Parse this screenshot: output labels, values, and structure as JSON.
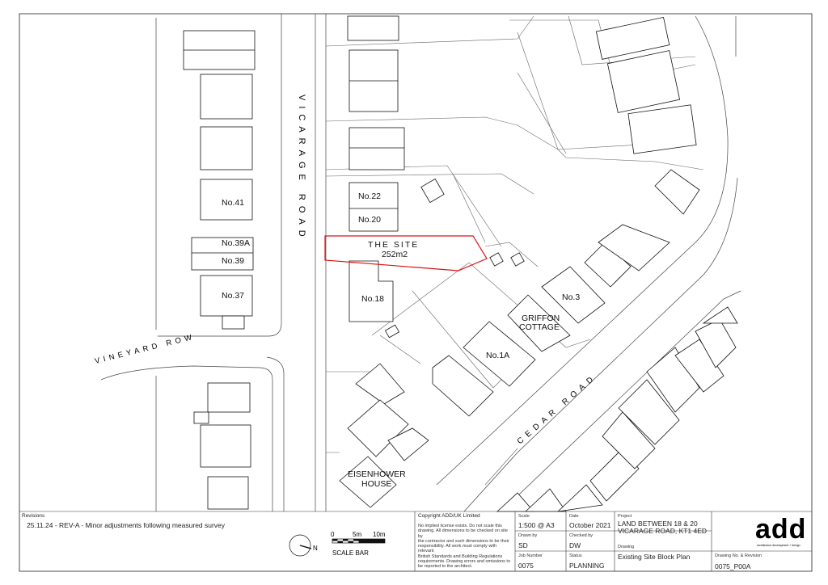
{
  "plan": {
    "roads": {
      "vicarage": "VICARAGE ROAD",
      "vineyard": "VINEYARD ROW",
      "cedar": "CEDAR ROAD"
    },
    "site": {
      "title": "THE SITE",
      "area": "252m2"
    },
    "buildings": {
      "no41": "No.41",
      "no39a": "No.39A",
      "no39": "No.39",
      "no37": "No.37",
      "no22": "No.22",
      "no20": "No.20",
      "no18": "No.18",
      "no3": "No.3",
      "no1a": "No.1A",
      "griffon_1": "GRIFFON",
      "griffon_2": "COTTAGE",
      "eisenhower_1": "EISENHOWER",
      "eisenhower_2": "HOUSE"
    }
  },
  "title_block": {
    "revisions_label": "Revisions",
    "revision_text": "25.11.24 - REV-A - Minor adjustments following measured survey",
    "north_label": "N",
    "scale_bar": {
      "ticks": [
        "0",
        "5m",
        "10m"
      ],
      "label": "SCALE BAR"
    },
    "copyright_title": "Copyright ADD/UK Limited",
    "copyright_lines": [
      "No implied license exists.  Do not scale this",
      "drawing. All dimensions to be checked on site by",
      "the contractor and such dimensions to be their",
      "responsibility. All work must comply with relevant",
      "British Standards and Building Regulations",
      "requirements. Drawing errors and omissions to",
      "be reported to the architect."
    ],
    "scale_label": "Scale",
    "scale_value": "1:500 @ A3",
    "date_label": "Date",
    "date_value": "October 2021",
    "drawn_label": "Drawn by",
    "drawn_value": "SD",
    "checked_label": "Checked by",
    "checked_value": "DW",
    "job_label": "Job Number",
    "job_value": "0075",
    "status_label": "Status",
    "status_value": "PLANNING",
    "project_label": "Project",
    "project_line1": "LAND BETWEEN 18 & 20",
    "project_line2": "VICARAGE ROAD, KT1 4ED",
    "drawing_label": "Drawing",
    "drawing_value": "Existing Site Block Plan",
    "drawing_no_label": "Drawing No. & Revision",
    "drawing_no_value": "0075_P00A",
    "logo_text": "add",
    "logo_subtext": "architecture development + design"
  }
}
